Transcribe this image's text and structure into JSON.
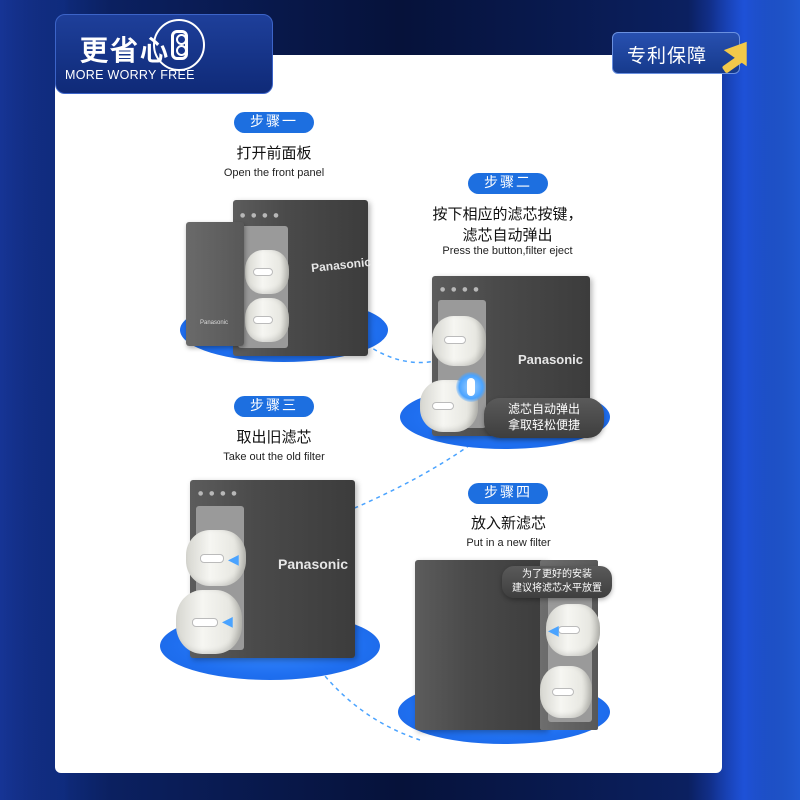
{
  "badge": {
    "title": "更省心",
    "subtitle": "MORE WORRY FREE",
    "icon": "filter-cartridge-icon"
  },
  "patent": {
    "label": "专利保障",
    "icon": "arrow-up-right-icon",
    "accent": "#f2c84a"
  },
  "steps": [
    {
      "pill": "步骤一",
      "title": "打开前面板",
      "subtitle": "Open the front panel"
    },
    {
      "pill": "步骤二",
      "title_lines": [
        "按下相应的滤芯按键，",
        "滤芯自动弹出"
      ],
      "subtitle": "Press the button,filter eject"
    },
    {
      "pill": "步骤三",
      "title": "取出旧滤芯",
      "subtitle": "Take out the old filter"
    },
    {
      "pill": "步骤四",
      "title": "放入新滤芯",
      "subtitle": "Put in a new filter"
    }
  ],
  "bubbles": {
    "eject": [
      "滤芯自动弹出",
      "拿取轻松便捷"
    ],
    "install": [
      "为了更好的安装",
      "建议将滤芯水平放置"
    ]
  },
  "brand": "Panasonic",
  "colors": {
    "pill": "#1d6fe0",
    "platform": "#1f6ff0",
    "panel": "#ffffff"
  }
}
